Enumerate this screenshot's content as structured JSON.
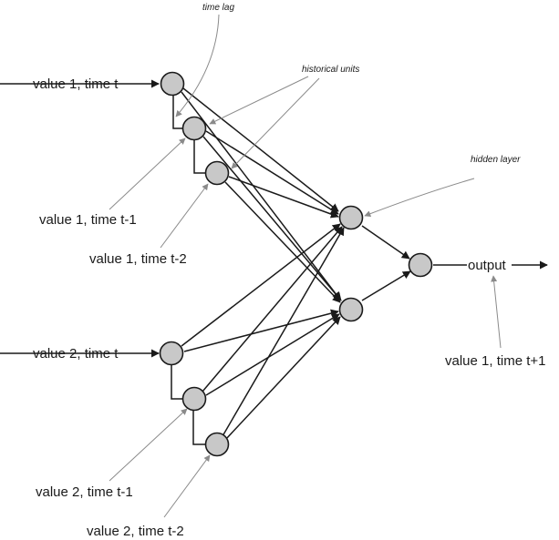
{
  "labels": {
    "input_1_t": "value 1, time t",
    "input_1_t1": "value 1, time t-1",
    "input_1_t2": "value 1, time t-2",
    "input_2_t": "value 2, time t",
    "input_2_t1": "value 2, time t-1",
    "input_2_t2": "value 2, time t-2",
    "output": "output",
    "target": "value 1, time t+1"
  },
  "annotations": {
    "time_lag": "time lag",
    "historical_units": "historical units",
    "hidden_layer": "hidden layer"
  },
  "colors": {
    "node_fill": "#c8c8c8",
    "line": "#1a1a1a",
    "pointer": "#8a8a8a"
  }
}
